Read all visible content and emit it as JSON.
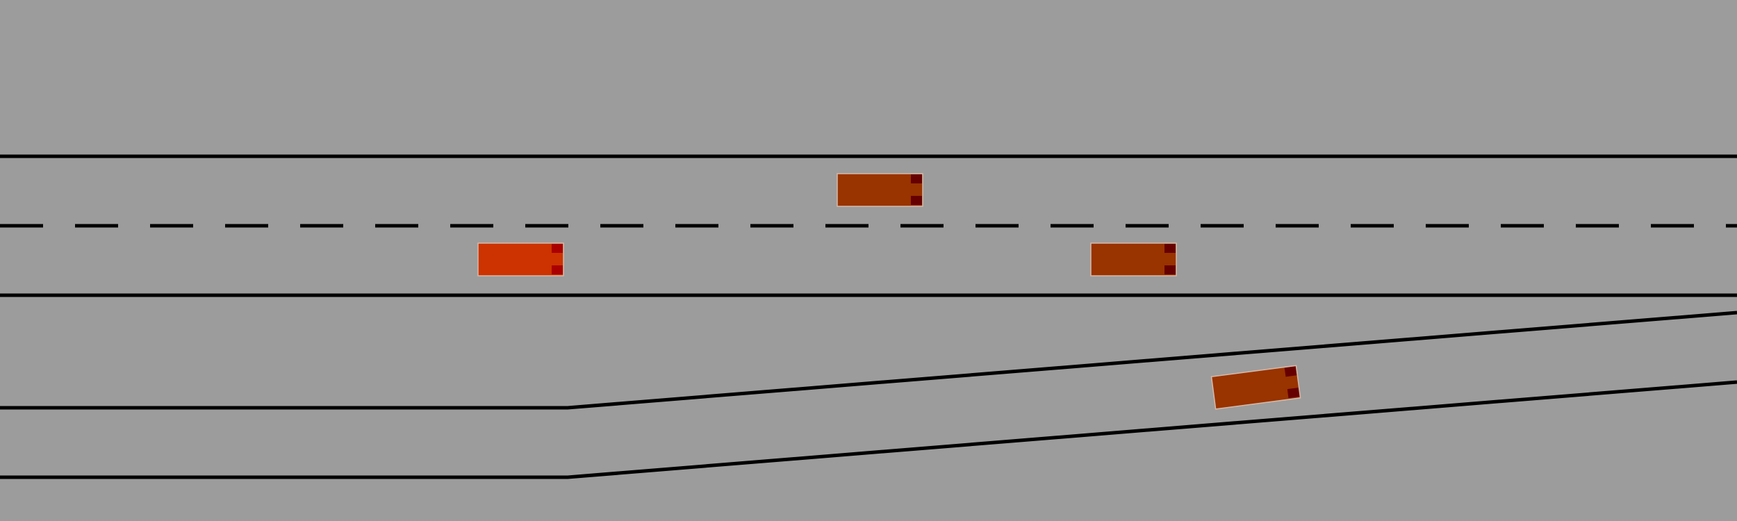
{
  "scene": {
    "type": "highway-merge-simulation",
    "background_color": "#9c9c9c",
    "line_color": "#000000"
  },
  "vehicles": [
    {
      "id": "ego",
      "color": "#cc3300",
      "light_color": "#aa0000",
      "role": "controlled"
    },
    {
      "id": "other-1",
      "color": "#993300",
      "light_color": "#660000",
      "role": "traffic"
    },
    {
      "id": "other-2",
      "color": "#993300",
      "light_color": "#660000",
      "role": "traffic"
    },
    {
      "id": "other-3",
      "color": "#993300",
      "light_color": "#660000",
      "role": "traffic"
    }
  ]
}
